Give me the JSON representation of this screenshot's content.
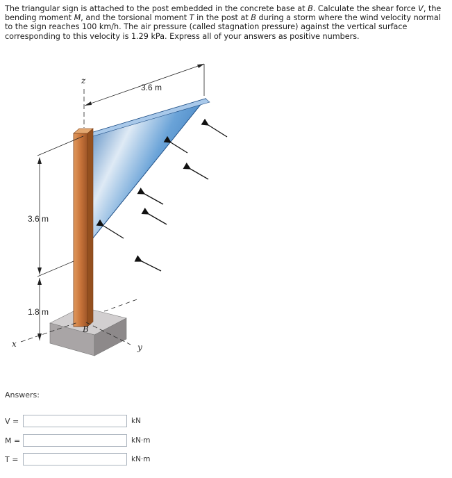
{
  "problem": {
    "text_part1": "The triangular sign is attached to the post embedded in the concrete base at ",
    "b1": "B",
    "text_part2": ". Calculate the shear force ",
    "v": "V",
    "text_part3": ", the bending moment ",
    "m": "M",
    "text_part4": ", and the torsional moment ",
    "t": "T",
    "text_part5": " in the post at ",
    "b2": "B",
    "text_part6": " during a storm where the wind velocity normal to the sign reaches 100 km/h. The air pressure (called stagnation pressure) against the vertical surface corresponding to this velocity is 1.29 kPa. Express all of your answers as positive numbers."
  },
  "figure": {
    "dim_top": "3.6 m",
    "dim_side": "3.6 m",
    "dim_bottom": "1.8 m",
    "axis_z": "z",
    "axis_x": "x",
    "axis_y": "y",
    "point_b": "B",
    "colors": {
      "post": "#c8743a",
      "sign": "#3f86c9",
      "base": "#b9b5b6"
    }
  },
  "answers": {
    "label": "Answers:",
    "rows": [
      {
        "var": "V",
        "eq": " =",
        "value": "",
        "unit": "kN"
      },
      {
        "var": "M",
        "eq": " =",
        "value": "",
        "unit": "kN·m"
      },
      {
        "var": "T",
        "eq": " =",
        "value": "",
        "unit": "kN·m"
      }
    ]
  }
}
